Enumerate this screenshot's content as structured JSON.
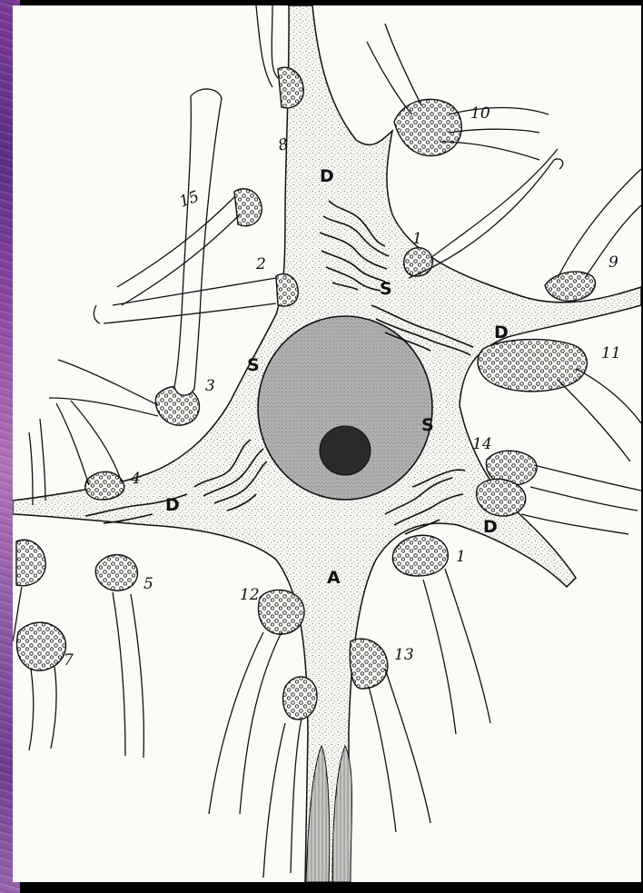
{
  "diagram": {
    "labels": {
      "l1_top": "1",
      "l1_bottom": "1",
      "l2": "2",
      "l3": "3",
      "l4": "4",
      "l5": "5",
      "l7": "7",
      "l8": "8",
      "l9": "9",
      "l10": "10",
      "l11": "11",
      "l12": "12",
      "l13": "13",
      "l14": "14",
      "l15": "15",
      "d_top": "D",
      "d_right": "D",
      "d_left": "D",
      "d_lower_right": "D",
      "s_top": "S",
      "s_left": "S",
      "s_right": "S",
      "a_axon": "A"
    },
    "colors": {
      "border": "#000000",
      "stain": "#7a3b96",
      "paper": "#fbfbf8",
      "ink": "#111111",
      "nucleus": "#a9a9a9",
      "nucleolus": "#2a2a2a"
    }
  }
}
